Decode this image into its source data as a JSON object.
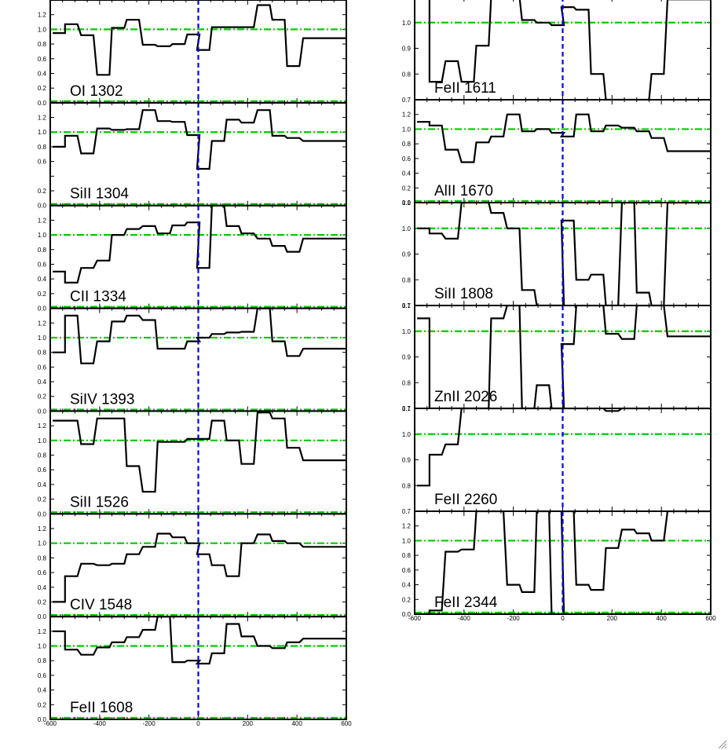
{
  "chart_data": [
    {
      "type": "line",
      "title": "",
      "xlabel": "",
      "ylabel": "",
      "x_range": [
        -600,
        600
      ],
      "x_ticks": [
        -600,
        -400,
        -200,
        0,
        200,
        400,
        600
      ],
      "x_tick_labels": [
        "-600",
        "-400",
        "-200",
        "0",
        "200",
        "400",
        "600"
      ],
      "marker_line_x": 0,
      "series_color": "#000000",
      "reference_line_color": "#00cc00",
      "marker_line_color": "#0000ee",
      "panels": [
        {
          "label": "OI 1302",
          "ylim": [
            0,
            1.4
          ],
          "yticks": [
            0.0,
            0.2,
            0.4,
            0.6,
            0.8,
            1.0,
            1.2
          ],
          "ytick_labels": [
            "0.0",
            "0.2",
            "0.4",
            "0.6",
            "0.8",
            "1.0",
            "1.2"
          ],
          "ref_lines": [
            0,
            1.0
          ],
          "x": [
            -565,
            -515,
            -450,
            -385,
            -325,
            -265,
            -200,
            -140,
            -80,
            -20,
            20,
            80,
            140,
            200,
            265,
            325,
            385,
            450
          ],
          "y": [
            0.95,
            1.07,
            0.92,
            0.38,
            1.02,
            1.13,
            0.79,
            0.77,
            0.8,
            0.93,
            0.72,
            1.03,
            1.03,
            1.03,
            1.33,
            1.13,
            0.5,
            0.88
          ]
        },
        {
          "label": "SiII 1304",
          "ylim": [
            0,
            1.4
          ],
          "yticks": [
            0.0,
            0.2,
            0.4,
            0.6,
            0.8,
            1.0,
            1.2
          ],
          "ytick_labels": [
            "0.0",
            "0.2",
            "",
            "0.6",
            "0.8",
            "1.0",
            "1.2"
          ],
          "ref_lines": [
            0,
            1.0
          ],
          "x": [
            -565,
            -515,
            -450,
            -385,
            -325,
            -265,
            -200,
            -140,
            -80,
            -20,
            20,
            80,
            140,
            200,
            265,
            325,
            385,
            450
          ],
          "y": [
            0.8,
            0.95,
            0.71,
            1.05,
            1.03,
            1.04,
            1.3,
            1.15,
            1.14,
            0.96,
            0.5,
            0.88,
            1.17,
            1.13,
            1.3,
            0.95,
            0.92,
            0.88
          ]
        },
        {
          "label": "CII 1334",
          "ylim": [
            0,
            1.4
          ],
          "yticks": [
            0.0,
            0.2,
            0.4,
            0.6,
            0.8,
            1.0,
            1.2
          ],
          "ytick_labels": [
            "0.0",
            "0.2",
            "0.4",
            "0.6",
            "0.8",
            "1.0",
            "1.2"
          ],
          "ref_lines": [
            0,
            1.0
          ],
          "x": [
            -565,
            -515,
            -450,
            -385,
            -325,
            -265,
            -200,
            -140,
            -80,
            -20,
            20,
            80,
            140,
            200,
            265,
            325,
            385,
            450
          ],
          "y": [
            0.5,
            0.35,
            0.55,
            0.65,
            1.0,
            1.08,
            1.12,
            1.02,
            1.13,
            1.17,
            0.55,
            1.4,
            1.12,
            1.02,
            0.95,
            0.85,
            0.77,
            0.95
          ]
        },
        {
          "label": "SiIV 1393",
          "ylim": [
            0,
            1.4
          ],
          "yticks": [
            0.0,
            0.2,
            0.4,
            0.6,
            0.8,
            1.0,
            1.2
          ],
          "ytick_labels": [
            "0.0",
            "0.2",
            "0.4",
            "0.6",
            "0.8",
            "1.0",
            "1.2"
          ],
          "ref_lines": [
            0,
            1.0
          ],
          "x": [
            -565,
            -515,
            -450,
            -385,
            -325,
            -265,
            -200,
            -140,
            -80,
            -20,
            20,
            80,
            140,
            200,
            265,
            325,
            385,
            450
          ],
          "y": [
            0.8,
            1.3,
            0.65,
            0.95,
            1.22,
            1.3,
            1.24,
            0.85,
            0.85,
            0.95,
            1.0,
            1.05,
            1.07,
            1.08,
            1.4,
            0.95,
            0.75,
            0.85
          ]
        },
        {
          "label": "SiII 1526",
          "ylim": [
            0,
            1.4
          ],
          "yticks": [
            0.0,
            0.2,
            0.4,
            0.6,
            0.8,
            1.0,
            1.2
          ],
          "ytick_labels": [
            "0.0",
            "0.2",
            "0.4",
            "0.6",
            "0.8",
            "1.0",
            "1.2"
          ],
          "ref_lines": [
            0,
            1.0
          ],
          "x": [
            -565,
            -515,
            -450,
            -385,
            -325,
            -265,
            -200,
            -140,
            -80,
            -20,
            20,
            80,
            140,
            200,
            265,
            325,
            385,
            450
          ],
          "y": [
            1.27,
            1.27,
            0.95,
            1.3,
            1.3,
            0.65,
            0.3,
            0.98,
            0.98,
            1.02,
            1.02,
            1.27,
            1.0,
            0.68,
            1.38,
            1.3,
            0.9,
            0.73
          ]
        },
        {
          "label": "CIV 1548",
          "ylim": [
            0,
            1.4
          ],
          "yticks": [
            0.0,
            0.2,
            0.4,
            0.6,
            0.8,
            1.0,
            1.2
          ],
          "ytick_labels": [
            "0.0",
            "0.2",
            "0.4",
            "0.6",
            "0.8",
            "1.0",
            "1.2"
          ],
          "ref_lines": [
            0,
            1.0
          ],
          "x": [
            -565,
            -515,
            -450,
            -385,
            -325,
            -265,
            -200,
            -140,
            -80,
            -20,
            20,
            80,
            140,
            200,
            265,
            325,
            385,
            450
          ],
          "y": [
            0.2,
            0.55,
            0.72,
            0.7,
            0.72,
            0.85,
            0.95,
            1.13,
            1.08,
            1.0,
            0.85,
            0.7,
            0.55,
            1.0,
            1.12,
            1.03,
            1.0,
            0.95
          ]
        },
        {
          "label": "FeII 1608",
          "ylim": [
            0,
            1.4
          ],
          "yticks": [
            0.0,
            0.2,
            0.4,
            0.6,
            0.8,
            1.0,
            1.2
          ],
          "ytick_labels": [
            "0.0",
            "0.2",
            "0.4",
            "0.6",
            "0.8",
            "1.0",
            "1.2"
          ],
          "ref_lines": [
            0,
            1.0
          ],
          "x": [
            -565,
            -515,
            -450,
            -385,
            -325,
            -265,
            -200,
            -140,
            -80,
            -20,
            20,
            80,
            140,
            200,
            265,
            325,
            385,
            450
          ],
          "y": [
            1.2,
            0.95,
            0.88,
            0.98,
            1.05,
            1.12,
            1.22,
            1.4,
            0.78,
            0.8,
            0.76,
            0.9,
            1.3,
            1.13,
            1.0,
            0.97,
            1.05,
            1.1
          ]
        }
      ]
    },
    {
      "type": "line",
      "title": "",
      "xlabel": "",
      "ylabel": "",
      "x_range": [
        -600,
        600
      ],
      "x_ticks": [
        -600,
        -400,
        -200,
        0,
        200,
        400,
        600
      ],
      "x_tick_labels": [
        "-600",
        "-400",
        "-200",
        "0",
        "200",
        "400",
        "600"
      ],
      "marker_line_x": 0,
      "series_color": "#000000",
      "reference_line_color": "#00cc00",
      "marker_line_color": "#0000ee",
      "panels": [
        {
          "label": "FeII 1611",
          "ylim": [
            0.7,
            1.1
          ],
          "yticks": [
            0.7,
            0.8,
            0.9,
            1.0,
            1.1
          ],
          "ytick_labels": [
            "0.7",
            "0.8",
            "0.9",
            "1.0",
            "1.1"
          ],
          "ref_lines": [
            1.0
          ],
          "x": [
            -565,
            -515,
            -450,
            -385,
            -325,
            -265,
            -200,
            -140,
            -80,
            -20,
            20,
            80,
            140,
            200,
            265,
            325,
            385,
            450
          ],
          "y": [
            1.2,
            0.77,
            0.85,
            0.77,
            0.91,
            1.3,
            1.2,
            1.01,
            1.0,
            0.99,
            1.06,
            1.05,
            0.8,
            0.7,
            0.7,
            0.7,
            0.8,
            1.09
          ]
        },
        {
          "label": "AlII 1670",
          "ylim": [
            0,
            1.4
          ],
          "yticks": [
            0.0,
            0.2,
            0.4,
            0.6,
            0.8,
            1.0,
            1.2
          ],
          "ytick_labels": [
            "0.0",
            "0.2",
            "0.4",
            "0.6",
            "0.8",
            "1.0",
            "1.2"
          ],
          "ref_lines": [
            0,
            1.0
          ],
          "x": [
            -565,
            -515,
            -450,
            -385,
            -325,
            -265,
            -200,
            -140,
            -80,
            -20,
            20,
            80,
            140,
            200,
            265,
            325,
            385,
            450
          ],
          "y": [
            1.1,
            1.05,
            0.72,
            0.55,
            0.82,
            0.9,
            1.2,
            0.97,
            1.0,
            0.95,
            0.9,
            1.2,
            0.97,
            1.05,
            1.02,
            0.97,
            0.88,
            0.7
          ]
        },
        {
          "label": "SiII 1808",
          "ylim": [
            0.7,
            1.1
          ],
          "yticks": [
            0.7,
            0.8,
            0.9,
            1.0,
            1.1
          ],
          "ytick_labels": [
            "0.7",
            "0.8",
            "0.9",
            "1.0",
            "1.1"
          ],
          "ref_lines": [
            1.0
          ],
          "x": [
            -565,
            -515,
            -450,
            -385,
            -325,
            -265,
            -200,
            -140,
            -80,
            -20,
            20,
            80,
            140,
            200,
            265,
            325,
            385,
            450
          ],
          "y": [
            1.0,
            0.98,
            0.96,
            1.2,
            1.1,
            1.06,
            1.0,
            0.76,
            0.7,
            0.7,
            1.03,
            0.8,
            0.82,
            0.69,
            1.2,
            0.75,
            0.69,
            1.1
          ]
        },
        {
          "label": "ZnII 2026",
          "ylim": [
            0.7,
            1.1
          ],
          "yticks": [
            0.7,
            0.8,
            0.9,
            1.0,
            1.1
          ],
          "ytick_labels": [
            "0.7",
            "0.8",
            "0.9",
            "1.0",
            "1.1"
          ],
          "ref_lines": [
            1.0
          ],
          "x": [
            -565,
            -515,
            -450,
            -385,
            -325,
            -265,
            -200,
            -140,
            -80,
            -20,
            20,
            80,
            140,
            200,
            265,
            325,
            385,
            450
          ],
          "y": [
            1.05,
            0.7,
            0.7,
            0.7,
            0.7,
            1.05,
            1.2,
            0.7,
            0.79,
            0.7,
            0.95,
            1.2,
            1.1,
            0.99,
            0.97,
            1.1,
            1.3,
            0.98
          ]
        },
        {
          "label": "FeII 2260",
          "ylim": [
            0.7,
            1.1
          ],
          "yticks": [
            0.7,
            0.8,
            0.9,
            1.0,
            1.1
          ],
          "ytick_labels": [
            "0.7",
            "0.8",
            "0.9",
            "1.0",
            "1.1"
          ],
          "ref_lines": [
            1.0
          ],
          "x": [
            -565,
            -515,
            -450,
            -385,
            -325,
            -265,
            -200,
            -140,
            -80,
            -20,
            20,
            80,
            140,
            200,
            265,
            325,
            385,
            450
          ],
          "y": [
            0.8,
            0.92,
            0.96,
            1.1,
            1.1,
            1.1,
            1.1,
            1.1,
            1.1,
            1.1,
            1.1,
            1.1,
            1.1,
            1.09,
            1.1,
            1.1,
            1.1,
            1.1
          ]
        },
        {
          "label": "FeII 2344",
          "ylim": [
            0,
            1.4
          ],
          "yticks": [
            0.0,
            0.2,
            0.4,
            0.6,
            0.8,
            1.0,
            1.2
          ],
          "ytick_labels": [
            "0.0",
            "0.2",
            "0.4",
            "0.6",
            "0.8",
            "1.0",
            "1.2"
          ],
          "ref_lines": [
            0,
            1.0
          ],
          "x": [
            -565,
            -515,
            -450,
            -385,
            -325,
            -265,
            -200,
            -140,
            -80,
            -20,
            20,
            80,
            140,
            200,
            265,
            325,
            385,
            450
          ],
          "y": [
            0.0,
            0.05,
            0.85,
            0.88,
            1.4,
            1.4,
            0.4,
            0.3,
            1.4,
            0.0,
            1.4,
            0.4,
            0.33,
            0.9,
            1.15,
            1.1,
            1.0,
            1.4
          ]
        }
      ]
    }
  ]
}
